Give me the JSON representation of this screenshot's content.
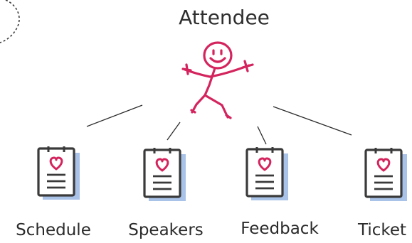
{
  "diagram": {
    "root": {
      "label": "Attendee",
      "icon": "stick-figure-icon",
      "color": "#d4245e"
    },
    "children": [
      {
        "label": "Schedule",
        "icon": "document-heart-icon"
      },
      {
        "label": "Speakers",
        "icon": "document-heart-icon"
      },
      {
        "label": "Feedback",
        "icon": "document-heart-icon"
      },
      {
        "label": "Ticket",
        "icon": "document-heart-icon"
      }
    ],
    "colors": {
      "ink": "#3a3a3a",
      "heart": "#d4245e",
      "shadow": "#a9c2e8",
      "connector": "#2b2b2b"
    }
  }
}
